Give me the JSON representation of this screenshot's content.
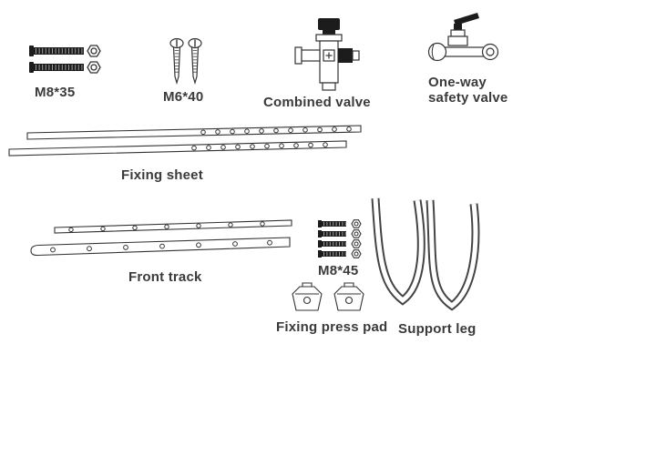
{
  "colors": {
    "ink": "#333333",
    "dark_fill": "#1c1c1c",
    "background": "#ffffff"
  },
  "parts": {
    "m8x35": {
      "label": "M8*35"
    },
    "m6x40": {
      "label": "M6*40"
    },
    "combined_valve": {
      "label": "Combined valve"
    },
    "one_way_safety_valve": {
      "label_line1": "One-way",
      "label_line2": "safety valve"
    },
    "fixing_sheet": {
      "label": "Fixing sheet"
    },
    "front_track": {
      "label": "Front track"
    },
    "m8x45": {
      "label": "M8*45"
    },
    "fixing_press_pad": {
      "label": "Fixing press pad"
    },
    "support_leg": {
      "label": "Support leg"
    }
  }
}
